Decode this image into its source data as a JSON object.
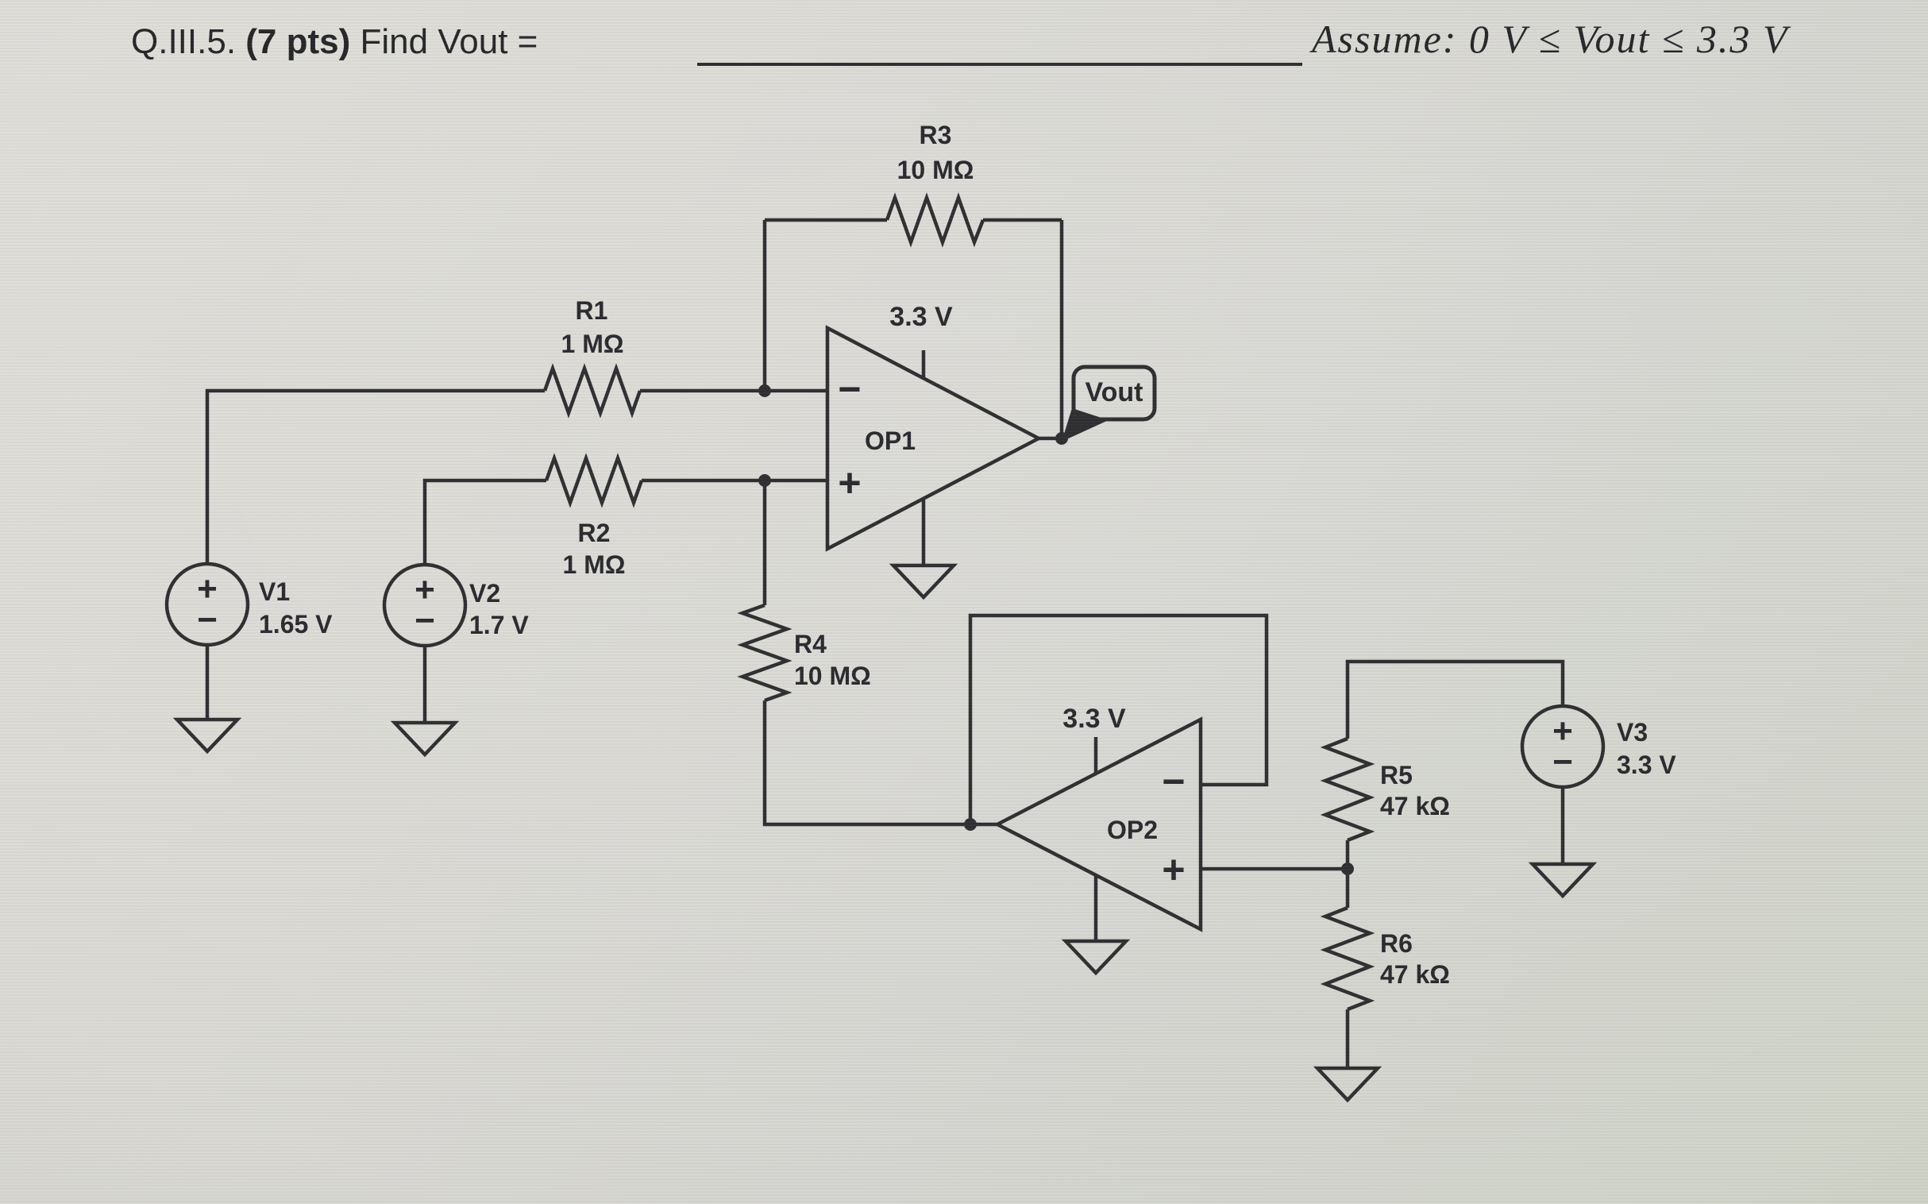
{
  "header": {
    "question_number": "Q.III.5.",
    "points": "(7 pts)",
    "prompt": "Find Vout =",
    "assumption": "Assume: 0 V ≤ Vout ≤ 3.3 V"
  },
  "opamps": {
    "op1": {
      "name": "OP1",
      "supply": "3.3 V",
      "minus": "−",
      "plus": "+",
      "output_label": "Vout"
    },
    "op2": {
      "name": "OP2",
      "supply": "3.3 V",
      "minus": "−",
      "plus": "+"
    }
  },
  "resistors": {
    "r1": {
      "name": "R1",
      "value": "1 MΩ"
    },
    "r2": {
      "name": "R2",
      "value": "1 MΩ"
    },
    "r3": {
      "name": "R3",
      "value": "10 MΩ"
    },
    "r4": {
      "name": "R4",
      "value": "10 MΩ"
    },
    "r5": {
      "name": "R5",
      "value": "47 kΩ"
    },
    "r6": {
      "name": "R6",
      "value": "47 kΩ"
    }
  },
  "sources": {
    "v1": {
      "name": "V1",
      "value": "1.65 V",
      "plus": "+",
      "minus": "−"
    },
    "v2": {
      "name": "V2",
      "value": "1.7 V",
      "plus": "+",
      "minus": "−"
    },
    "v3": {
      "name": "V3",
      "value": "3.3 V",
      "plus": "+",
      "minus": "−"
    }
  },
  "colors": {
    "ink": "#2b2b2e",
    "background": "#d7d6d1"
  }
}
